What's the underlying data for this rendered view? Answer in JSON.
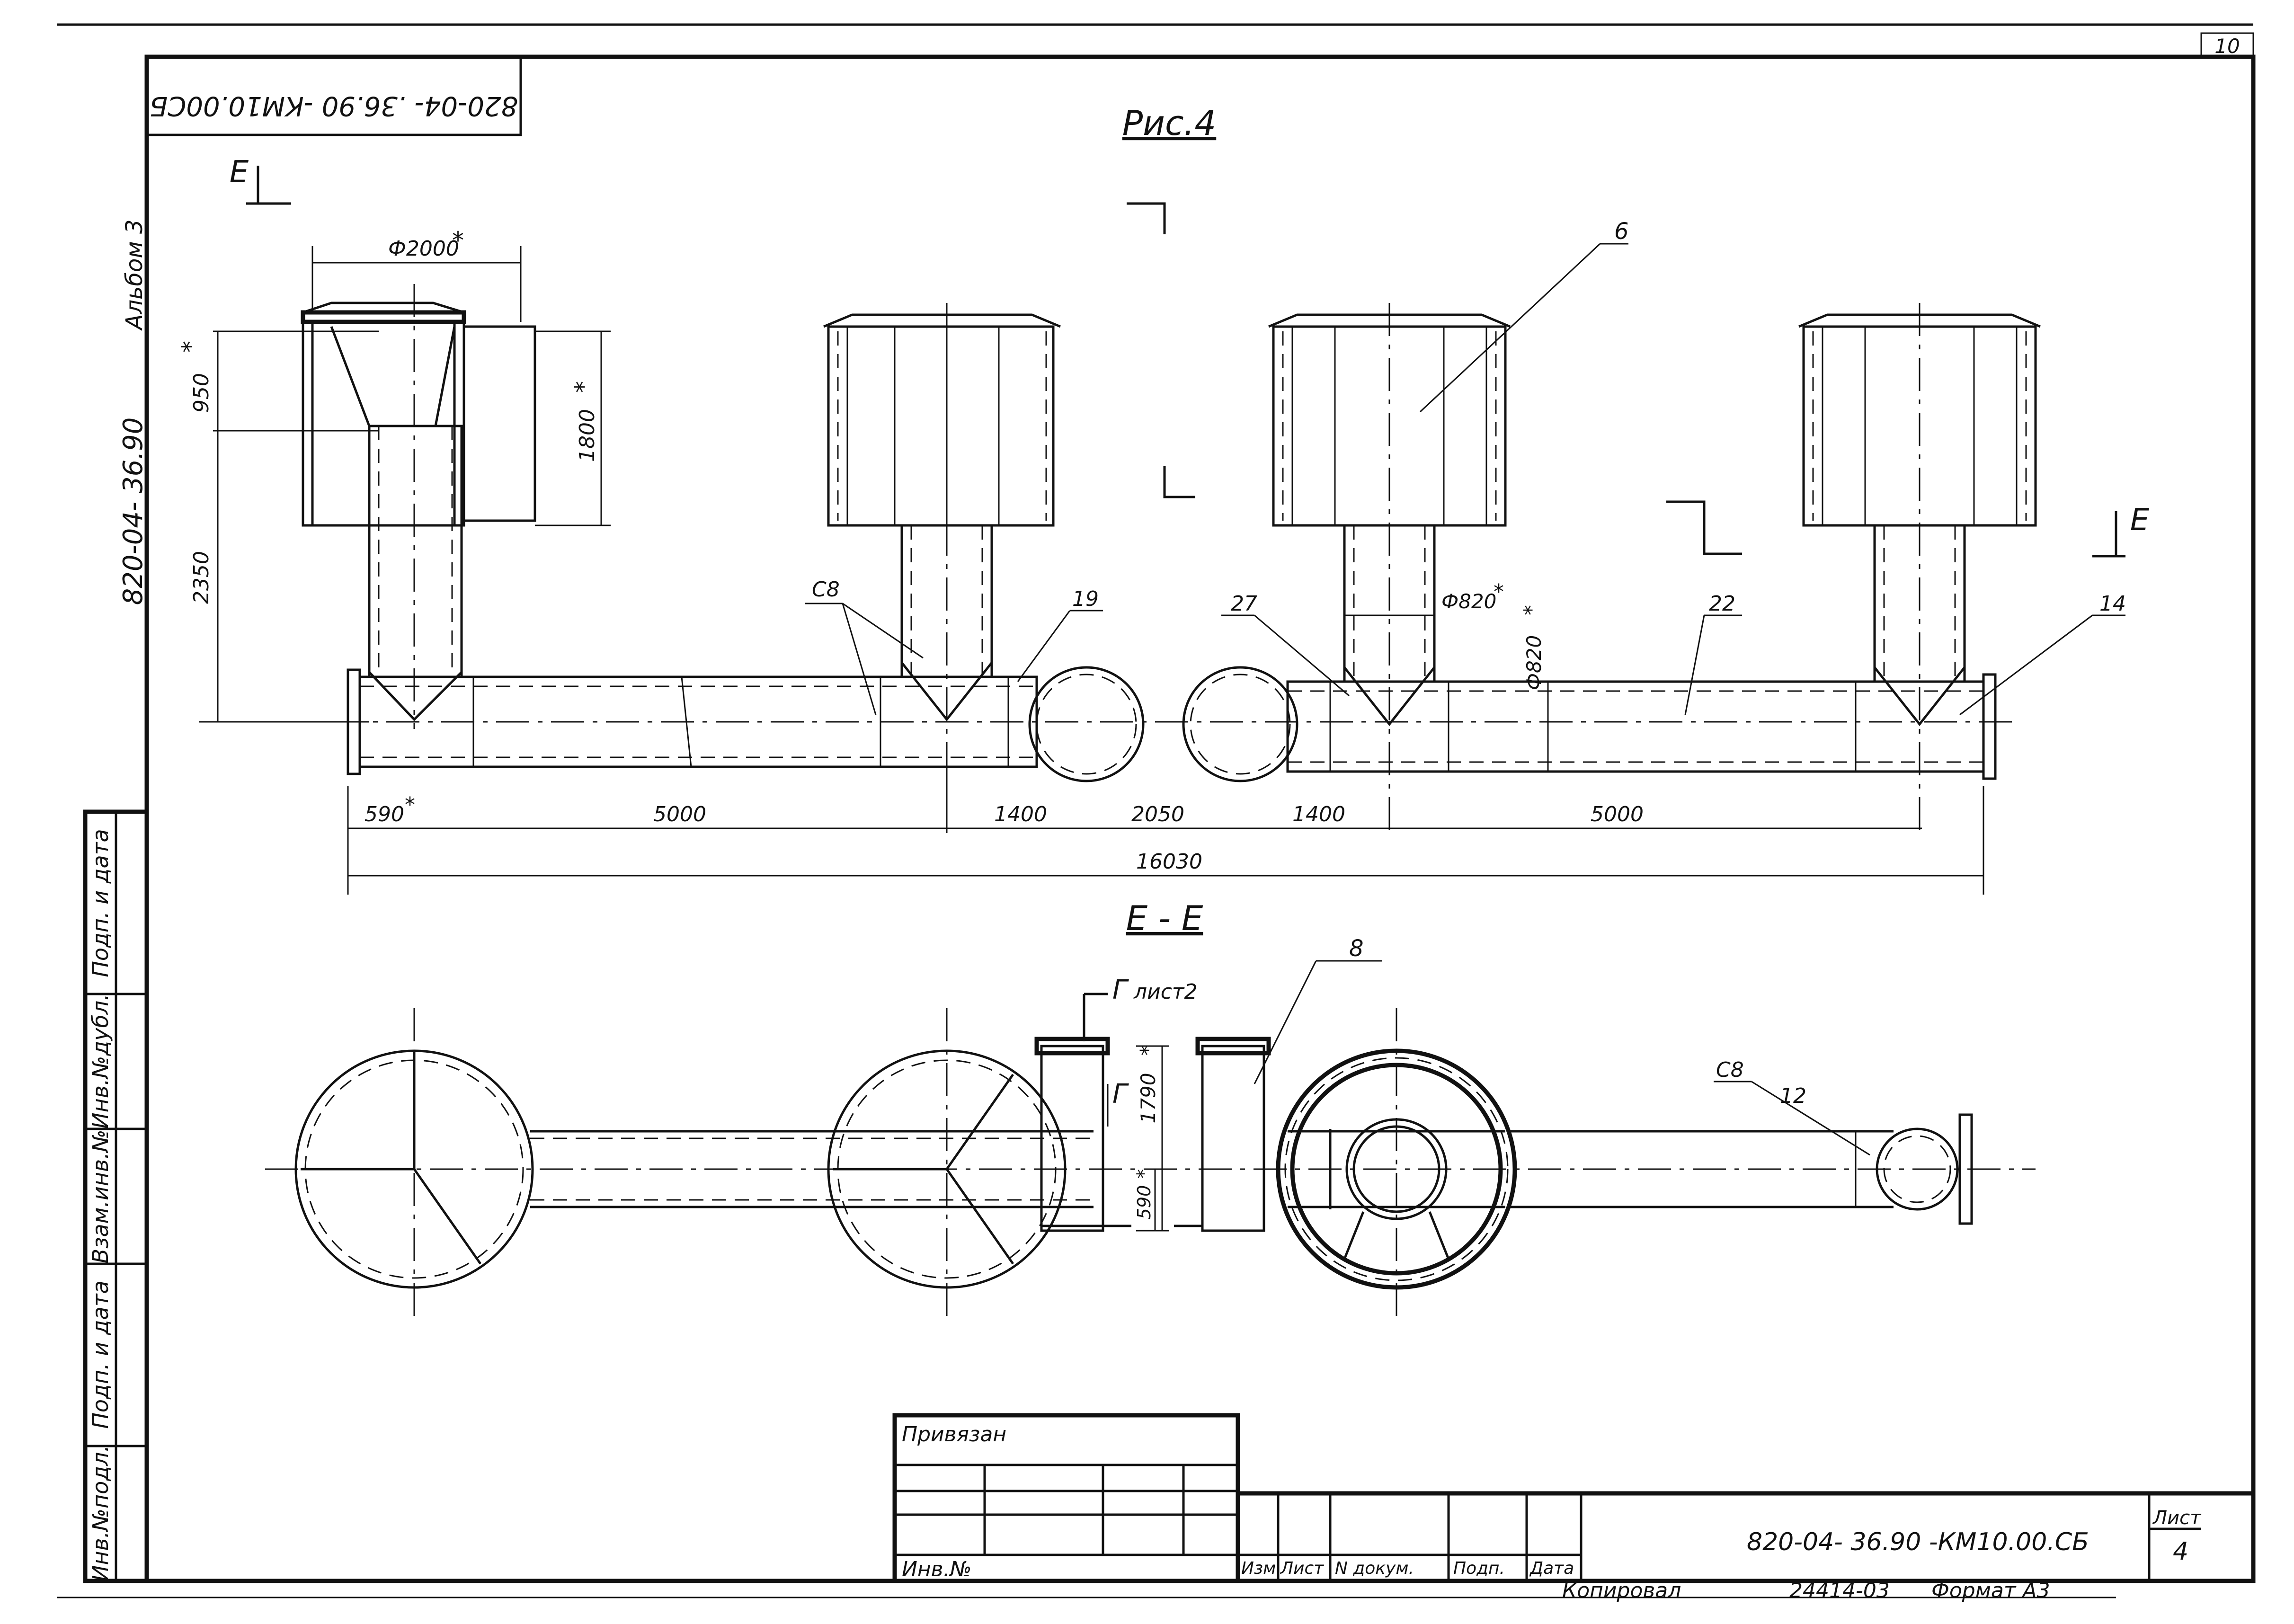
{
  "sheet": {
    "sheet_number_top": "10",
    "figure_title": "Рис.4",
    "section_title": "Е - Е",
    "doc_code_rotated": "820-04- .36.90 -КМ10.00СБ",
    "album_label": "Альбом 3",
    "album_code": "820-04- 36.90"
  },
  "section_marks": {
    "left": "Е",
    "right": "Е",
    "g_label": "Г",
    "g_sheet": "лист2",
    "g_label2": "Г"
  },
  "dimensions": {
    "phi2000": "Ф2000",
    "d950": "950",
    "d2350": "2350",
    "d1800": "1800",
    "phi820": "Ф820",
    "phi820v": "Ф820",
    "d590a": "590",
    "d5000a": "5000",
    "d1400a": "1400",
    "d2050": "2050",
    "d1400b": "1400",
    "d5000b": "5000",
    "d16030": "16030",
    "d1790": "1790",
    "d590b": "590",
    "star": "*"
  },
  "callouts": {
    "c6": "6",
    "c8weld": "С8",
    "c19": "19",
    "c27": "27",
    "c22": "22",
    "c14": "14",
    "c8": "8",
    "c8weld2": "С8",
    "c12": "12"
  },
  "side_stamp": [
    "Подп. и дата",
    "Инв.№дубл.",
    "Взам.инв.№",
    "Подп. и дата",
    "Инв.№подл."
  ],
  "title_block": {
    "privyazan": "Привязан",
    "inv_no": "Инв.№",
    "cols": [
      "Изм.",
      "Лист",
      "N докум.",
      "Подп.",
      "Дата"
    ],
    "doc_code": "820-04- 36.90 -КМ10.00.СБ",
    "list_label": "Лист",
    "list_number": "4"
  },
  "footer": {
    "copied": "Копировал",
    "order": "24414-03",
    "format": "Формат А3"
  }
}
